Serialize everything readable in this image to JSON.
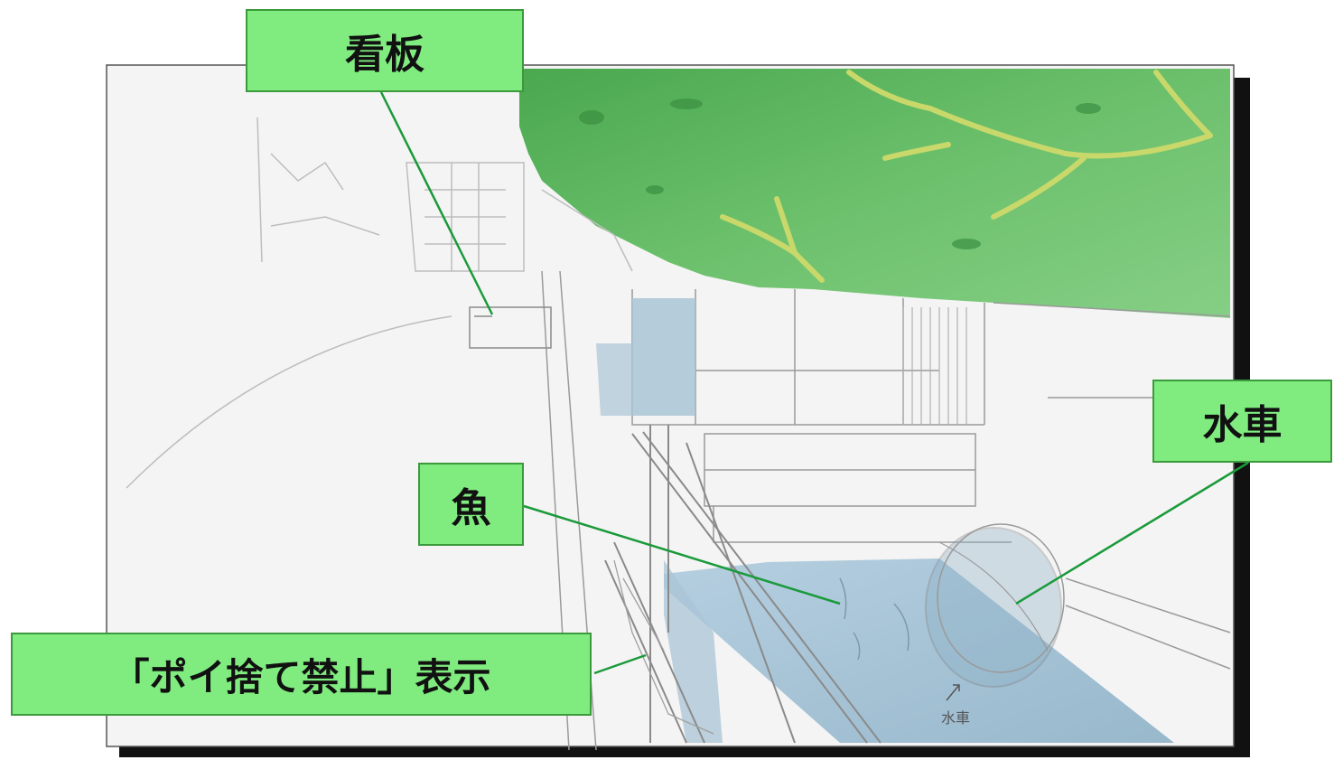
{
  "labels": {
    "signboard": "看板",
    "waterwheel": "水車",
    "fish": "魚",
    "no_littering": "「ポイ捨て禁止」表示"
  },
  "sketch_text": {
    "waterwheel_note": "水車"
  },
  "colors": {
    "label_fill": "#80ec80",
    "label_border": "#3c9a3c",
    "leader_line": "#1a9a3a",
    "foliage": "#5fb85f",
    "water": "#a9c4d6",
    "frame_shadow": "#111111"
  }
}
